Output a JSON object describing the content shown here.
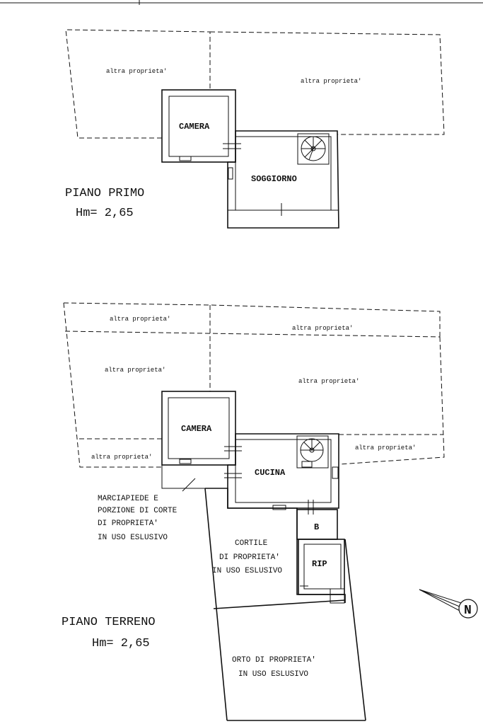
{
  "first_floor": {
    "title": "PIANO PRIMO",
    "height": "Hm= 2,65",
    "rooms": {
      "camera": "CAMERA",
      "soggiorno": "SOGGIORNO"
    },
    "neighbors": [
      "altra proprieta'",
      "altra proprieta'"
    ]
  },
  "ground_floor": {
    "title": "PIANO TERRENO",
    "height": "Hm= 2,65",
    "rooms": {
      "camera": "CAMERA",
      "cucina": "CUCINA",
      "bagno": "B",
      "ripostiglio": "RIP"
    },
    "neighbors": [
      "altra proprieta'",
      "altra proprieta'",
      "altra proprieta'",
      "altra proprieta'",
      "altra proprieta'",
      "altra proprieta'"
    ],
    "sidewalk_note": [
      "MARCIAPIEDE E",
      "PORZIONE DI CORTE",
      "DI PROPRIETA'",
      "IN USO ESLUSIVO"
    ],
    "courtyard_note": [
      "CORTILE",
      "DI PROPRIETA'",
      "IN USO ESLUSIVO"
    ],
    "garden_note": [
      "ORTO DI PROPRIETA'",
      "IN USO ESLUSIVO"
    ]
  },
  "north_arrow": {
    "label": "N",
    "icon": "north-arrow-icon"
  }
}
